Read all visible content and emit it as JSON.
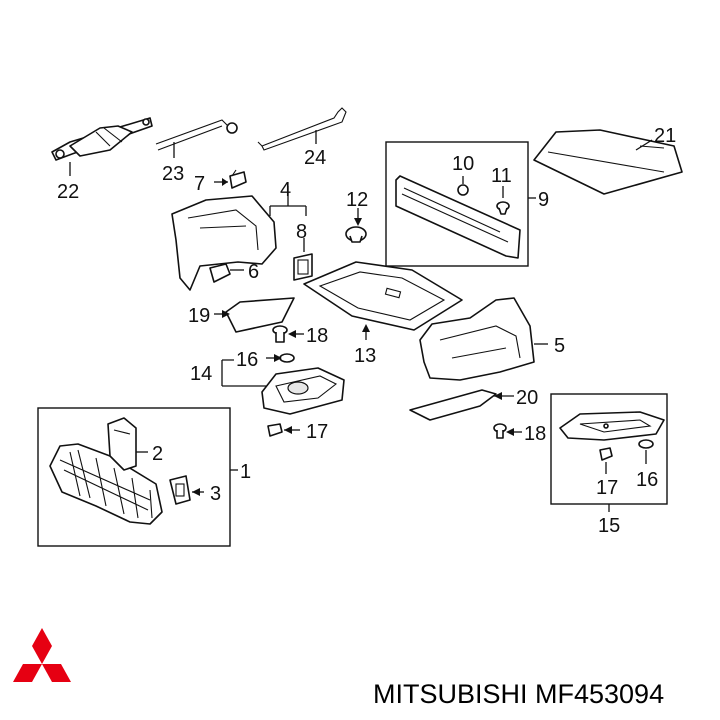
{
  "diagram": {
    "callouts": {
      "c1": "1",
      "c2": "2",
      "c3": "3",
      "c4": "4",
      "c5": "5",
      "c6": "6",
      "c7": "7",
      "c8": "8",
      "c9": "9",
      "c10": "10",
      "c11": "11",
      "c12": "12",
      "c13": "13",
      "c14": "14",
      "c15": "15",
      "c16a": "16",
      "c16b": "16",
      "c17a": "17",
      "c17b": "17",
      "c18a": "18",
      "c18b": "18",
      "c19": "19",
      "c20": "20",
      "c21": "21",
      "c22": "22",
      "c23": "23",
      "c24": "24"
    }
  },
  "footer": {
    "brand_text": "MITSUBISHI MF453094",
    "logo_icon": "mitsubishi-three-diamond-logo",
    "logo_color": "#e60012"
  }
}
